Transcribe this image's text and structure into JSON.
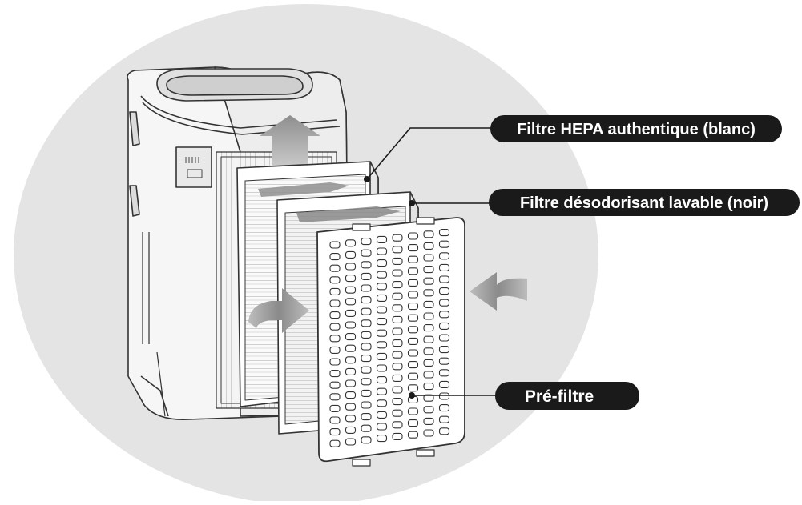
{
  "labels": {
    "hepa": "Filtre HEPA authentique (blanc)",
    "deodorizing": "Filtre désodorisant lavable (noir)",
    "prefilter": "Pré-filtre"
  },
  "colors": {
    "background_disc": "#e4e4e4",
    "label_fill": "#1a1a1a",
    "label_text": "#ffffff",
    "outline": "#333333",
    "airflow_arrow": "#9a9a9a"
  },
  "icons": {
    "airflow_up": "arrow-up-icon",
    "airflow_in_left": "curved-arrow-icon",
    "airflow_in_right": "curved-arrow-icon"
  }
}
